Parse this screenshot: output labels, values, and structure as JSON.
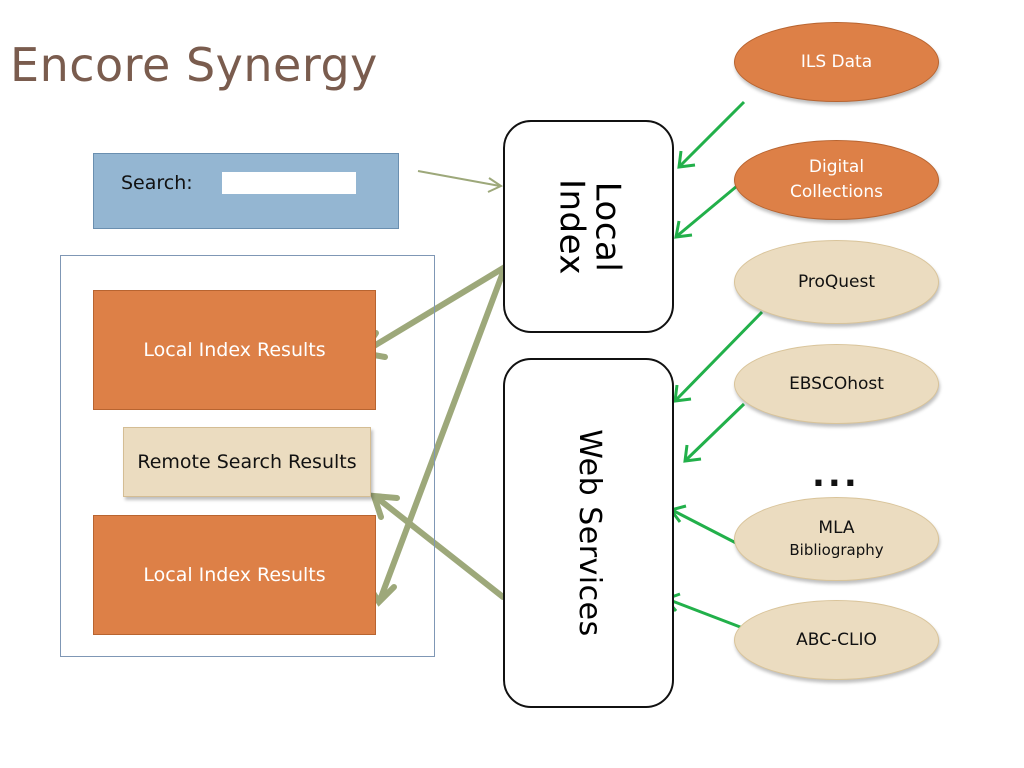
{
  "title": "Encore Synergy",
  "search": {
    "label": "Search:",
    "value": ""
  },
  "results": {
    "local_top": "Local Index Results",
    "remote": "Remote Search Results",
    "local_bottom": "Local Index Results"
  },
  "local_index": {
    "line1": "Local",
    "line2": "Index"
  },
  "web_services": {
    "label": "Web Services"
  },
  "sources": {
    "ils_data": "ILS Data",
    "digital_collections": [
      "Digital",
      "Collections"
    ],
    "proquest": "ProQuest",
    "ebscohost": "EBSCOhost",
    "mla_bibliography": [
      "MLA",
      "Bibliography"
    ],
    "abc_clio": "ABC-CLIO",
    "more": "..."
  },
  "colors": {
    "title": "#7a5c4e",
    "orange": "#dd8047",
    "tan": "#ebdcc0",
    "search_blue": "#94b6d2",
    "green_arrow": "#22b04a",
    "olive_arrow": "#9da87a"
  }
}
